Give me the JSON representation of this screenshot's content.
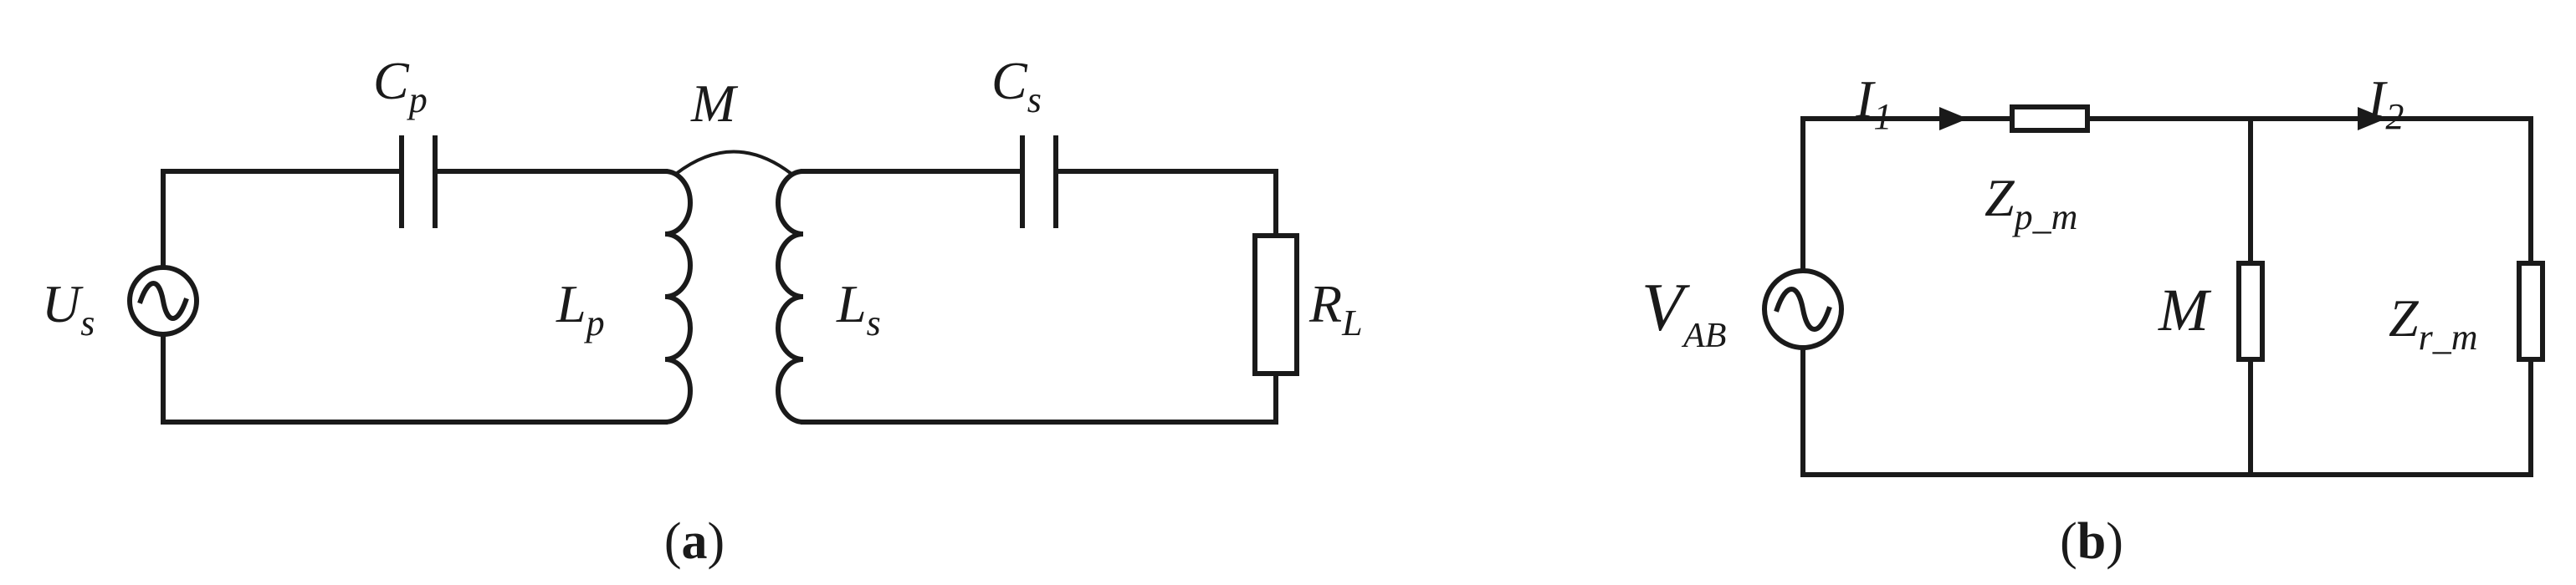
{
  "panel_a": {
    "caption_open": "(",
    "caption_letter": "a",
    "caption_close": ")",
    "source": {
      "main": "U",
      "sub": "s"
    },
    "cap_primary": {
      "main": "C",
      "sub": "p"
    },
    "cap_secondary": {
      "main": "C",
      "sub": "s"
    },
    "mutual": "M",
    "ind_primary": {
      "main": "L",
      "sub": "p"
    },
    "ind_secondary": {
      "main": "L",
      "sub": "s"
    },
    "load": {
      "main": "R",
      "sub": "L"
    }
  },
  "panel_b": {
    "caption_open": "(",
    "caption_letter": "b",
    "caption_close": ")",
    "source": {
      "main": "V",
      "sub": "AB"
    },
    "current_1": {
      "main": "I",
      "sub": "1"
    },
    "current_2": {
      "main": "I",
      "sub": "2"
    },
    "series_impedance": {
      "main": "Z",
      "sub": "p_m"
    },
    "shunt": "M",
    "load_impedance": {
      "main": "Z",
      "sub": "r_m"
    }
  }
}
